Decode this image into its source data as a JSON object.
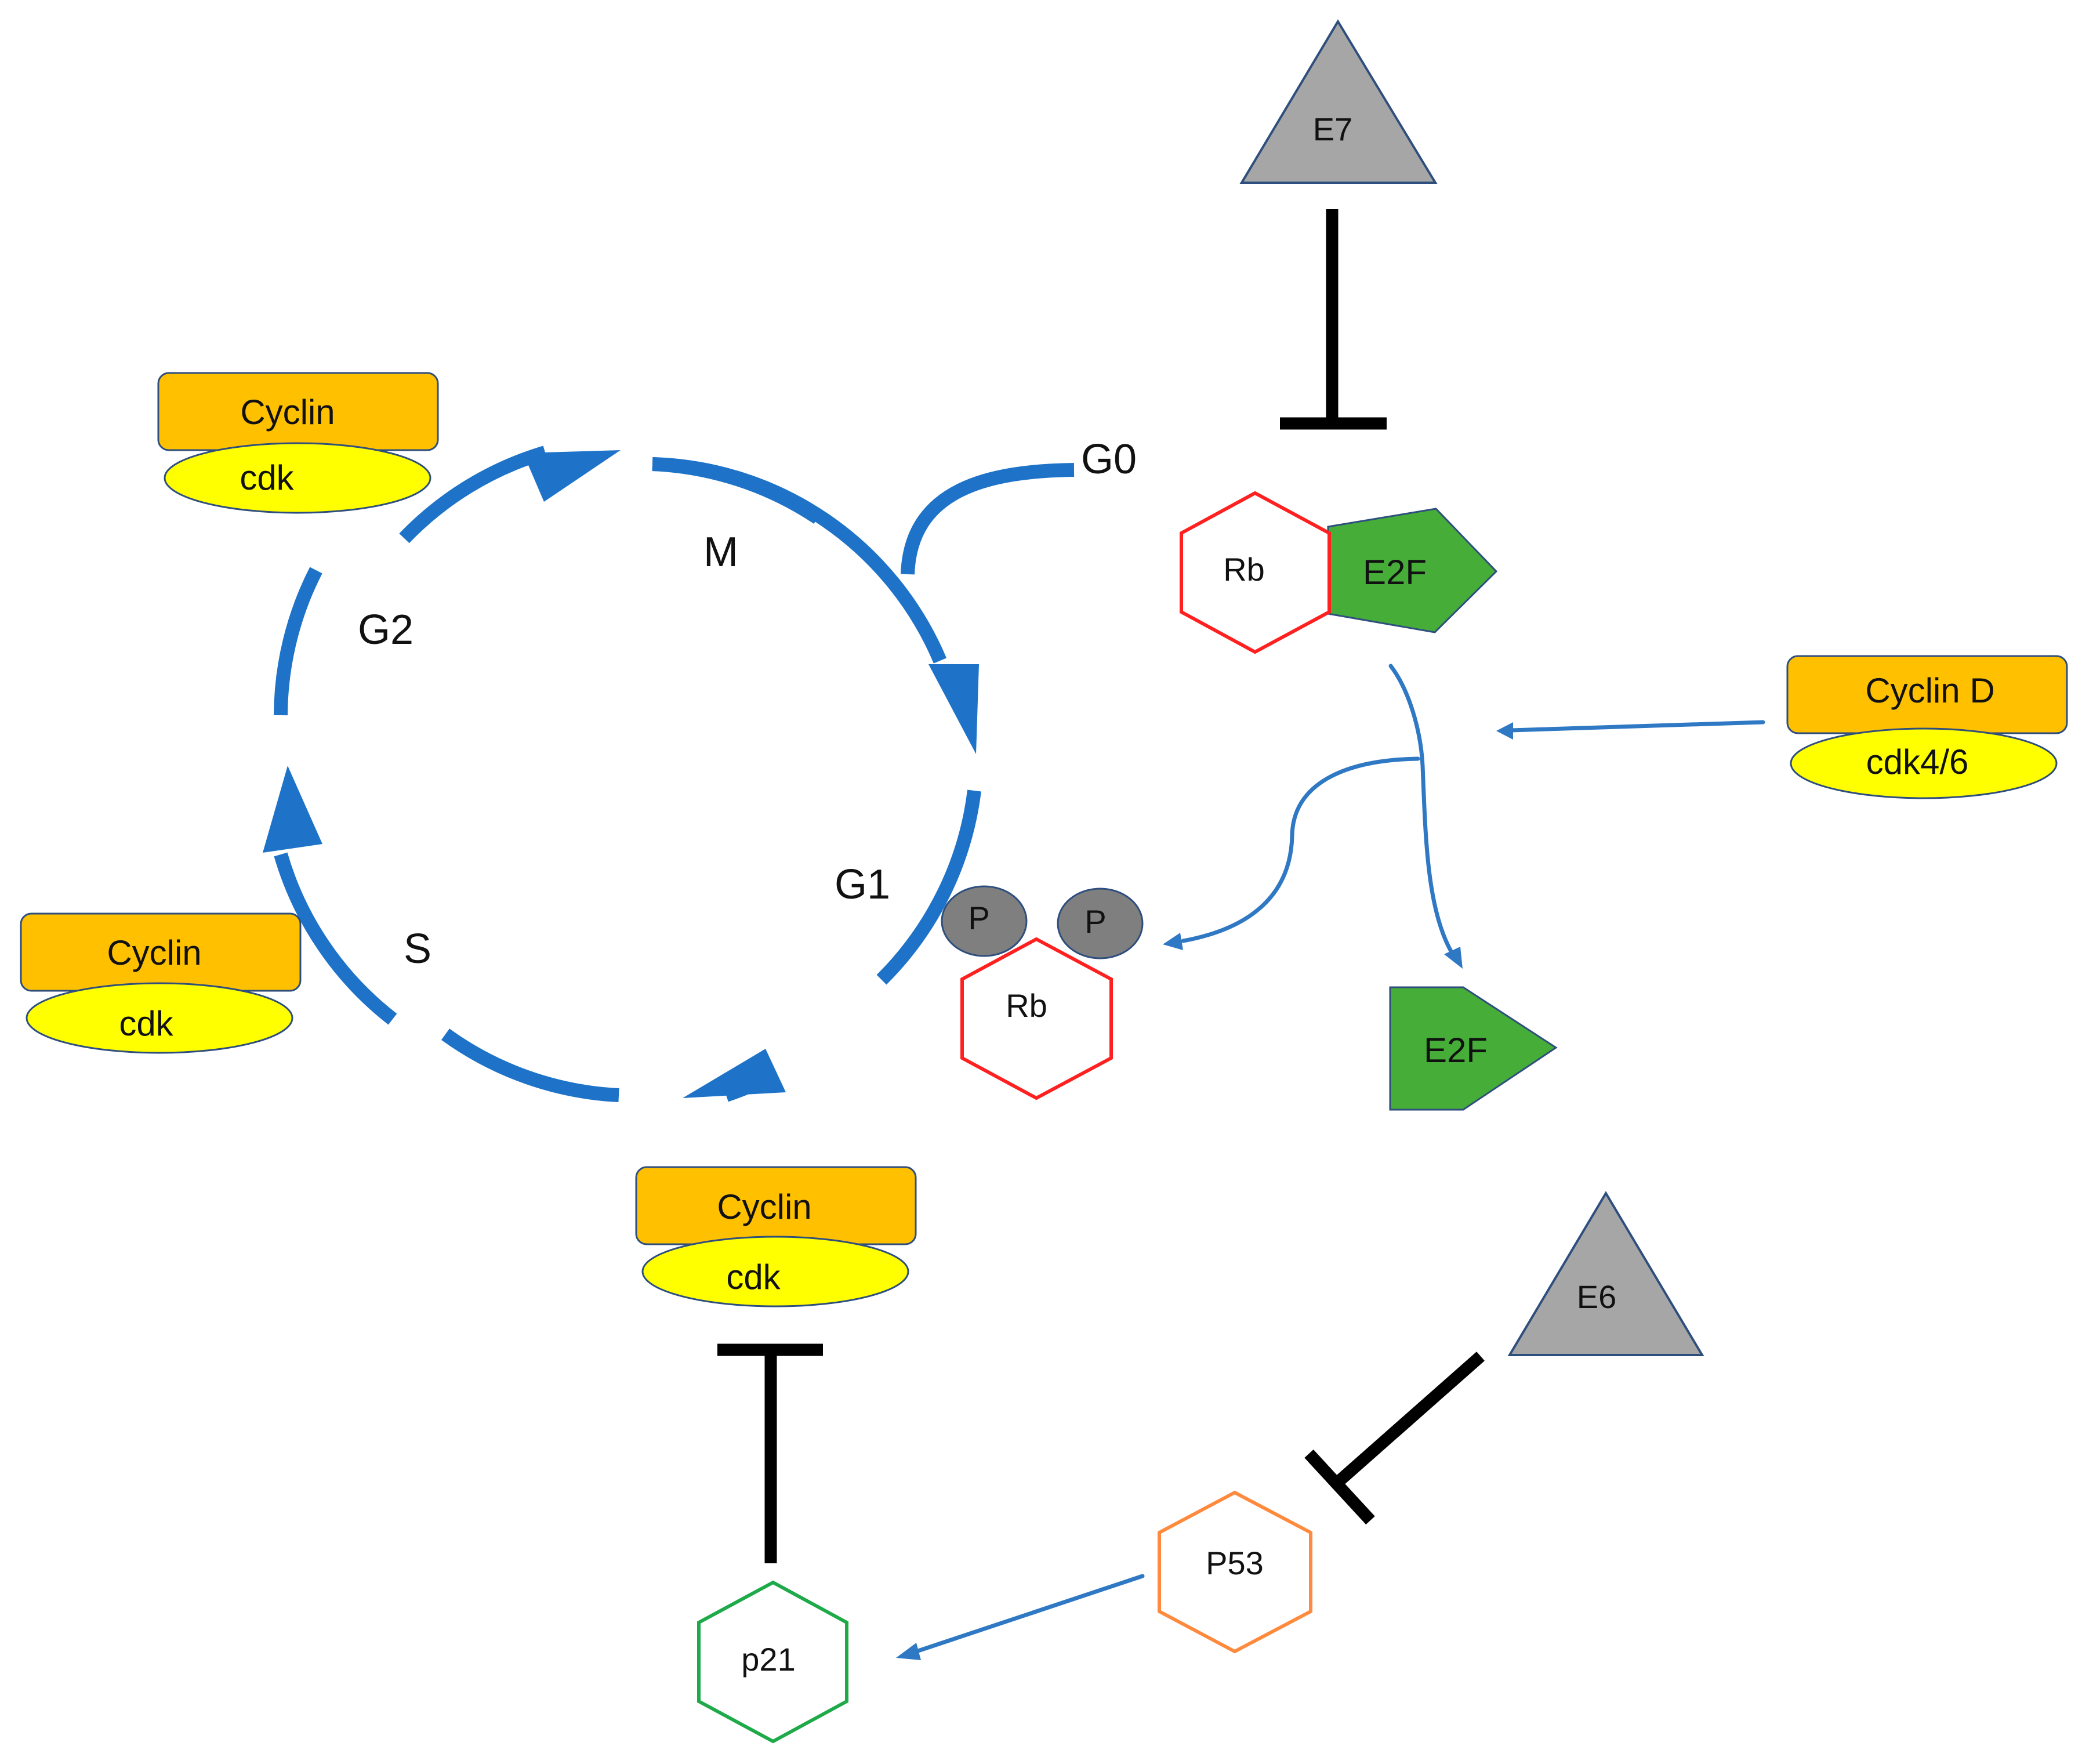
{
  "colors": {
    "cycle_arrow": "#1e73c8",
    "thin_arrow": "#2f78c4",
    "inhibitor": "#000000",
    "cyclin_fill": "#ffc000",
    "cdk_fill": "#ffff00",
    "outline": "#2e4e7e",
    "viral_protein_fill": "#a6a6a6",
    "e2f_fill": "#45ad38",
    "phosphate_fill": "#7f7f7f",
    "rb_outline": "#ff2020",
    "p53_outline": "#ff8a3d",
    "p21_outline": "#1faa4a"
  },
  "phases": {
    "g0": "G0",
    "m": "M",
    "g2": "G2",
    "g1": "G1",
    "s": "S"
  },
  "complexes": {
    "top_left": {
      "cyclin": "Cyclin",
      "cdk": "cdk"
    },
    "left": {
      "cyclin": "Cyclin",
      "cdk": "cdk"
    },
    "bottom": {
      "cyclin": "Cyclin",
      "cdk": "cdk"
    },
    "right": {
      "cyclin": "Cyclin D",
      "cdk": "cdk4/6"
    }
  },
  "viral_proteins": {
    "e7": "E7",
    "e6": "E6"
  },
  "rb_e2f_complex": {
    "rb": "Rb",
    "e2f": "E2F"
  },
  "phospho_rb": {
    "rb": "Rb",
    "phosphates": [
      "P",
      "P"
    ]
  },
  "free_e2f": "E2F",
  "tumor_suppressors": {
    "p53": "P53",
    "p21": "p21"
  }
}
